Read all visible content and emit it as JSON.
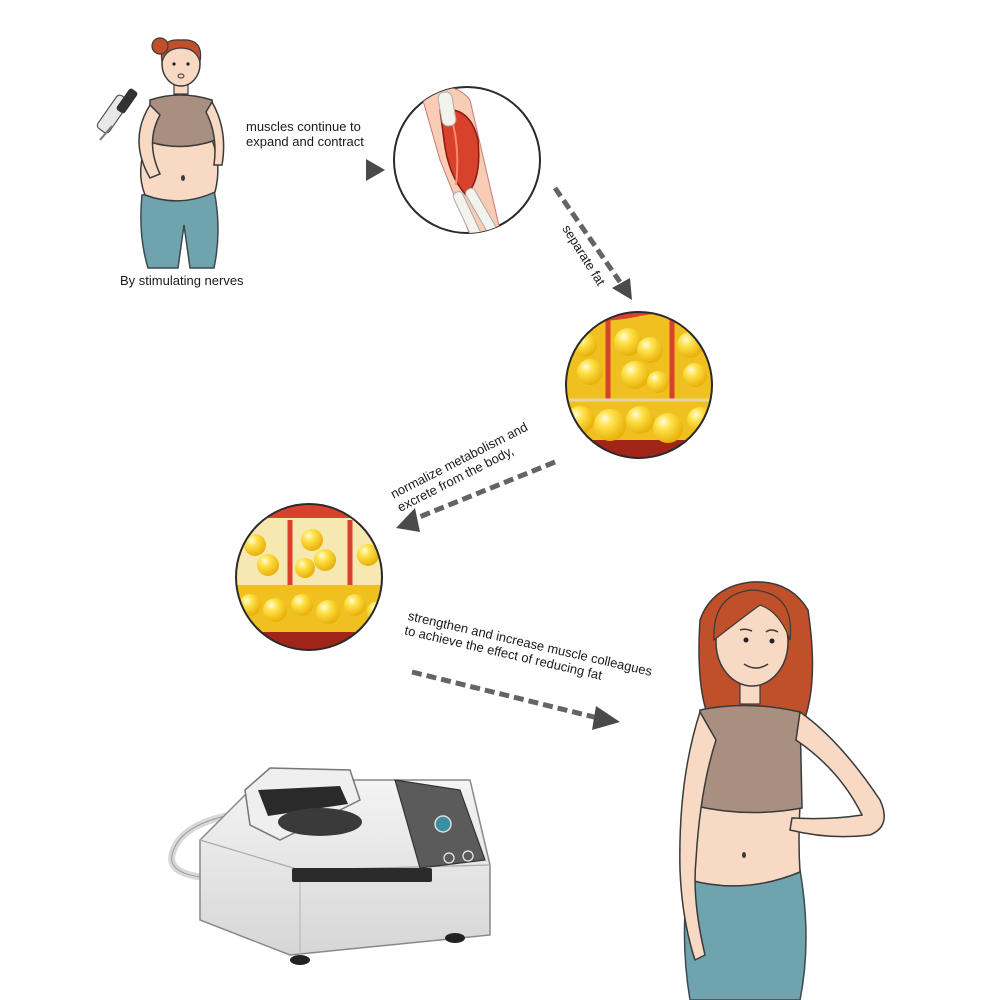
{
  "labels": {
    "step1": "By stimulating nerves",
    "step2_line1": "muscles continue to",
    "step2_line2": "expand and contract",
    "step3": "separate fat",
    "step4_line1": "normalize metabolism and",
    "step4_line2": "excrete from the body,",
    "step5_line1": "strengthen and increase muscle colleagues",
    "step5_line2": "to achieve the effect of reducing fat"
  },
  "icons": [
    "woman-before-icon",
    "muscle-icon",
    "fat-cells-icon",
    "fat-reduced-icon",
    "woman-after-icon",
    "ems-machine-icon",
    "arrow-icon"
  ],
  "colors": {
    "fat_yellow": "#f5c518",
    "fat_highlight": "#fff3a0",
    "tissue_red": "#d8412b",
    "skin": "#f7d9c4",
    "hair": "#c0502a",
    "top_brown": "#a88f80",
    "pants_teal": "#6fa3ad",
    "arrow": "#4a4a4a"
  }
}
